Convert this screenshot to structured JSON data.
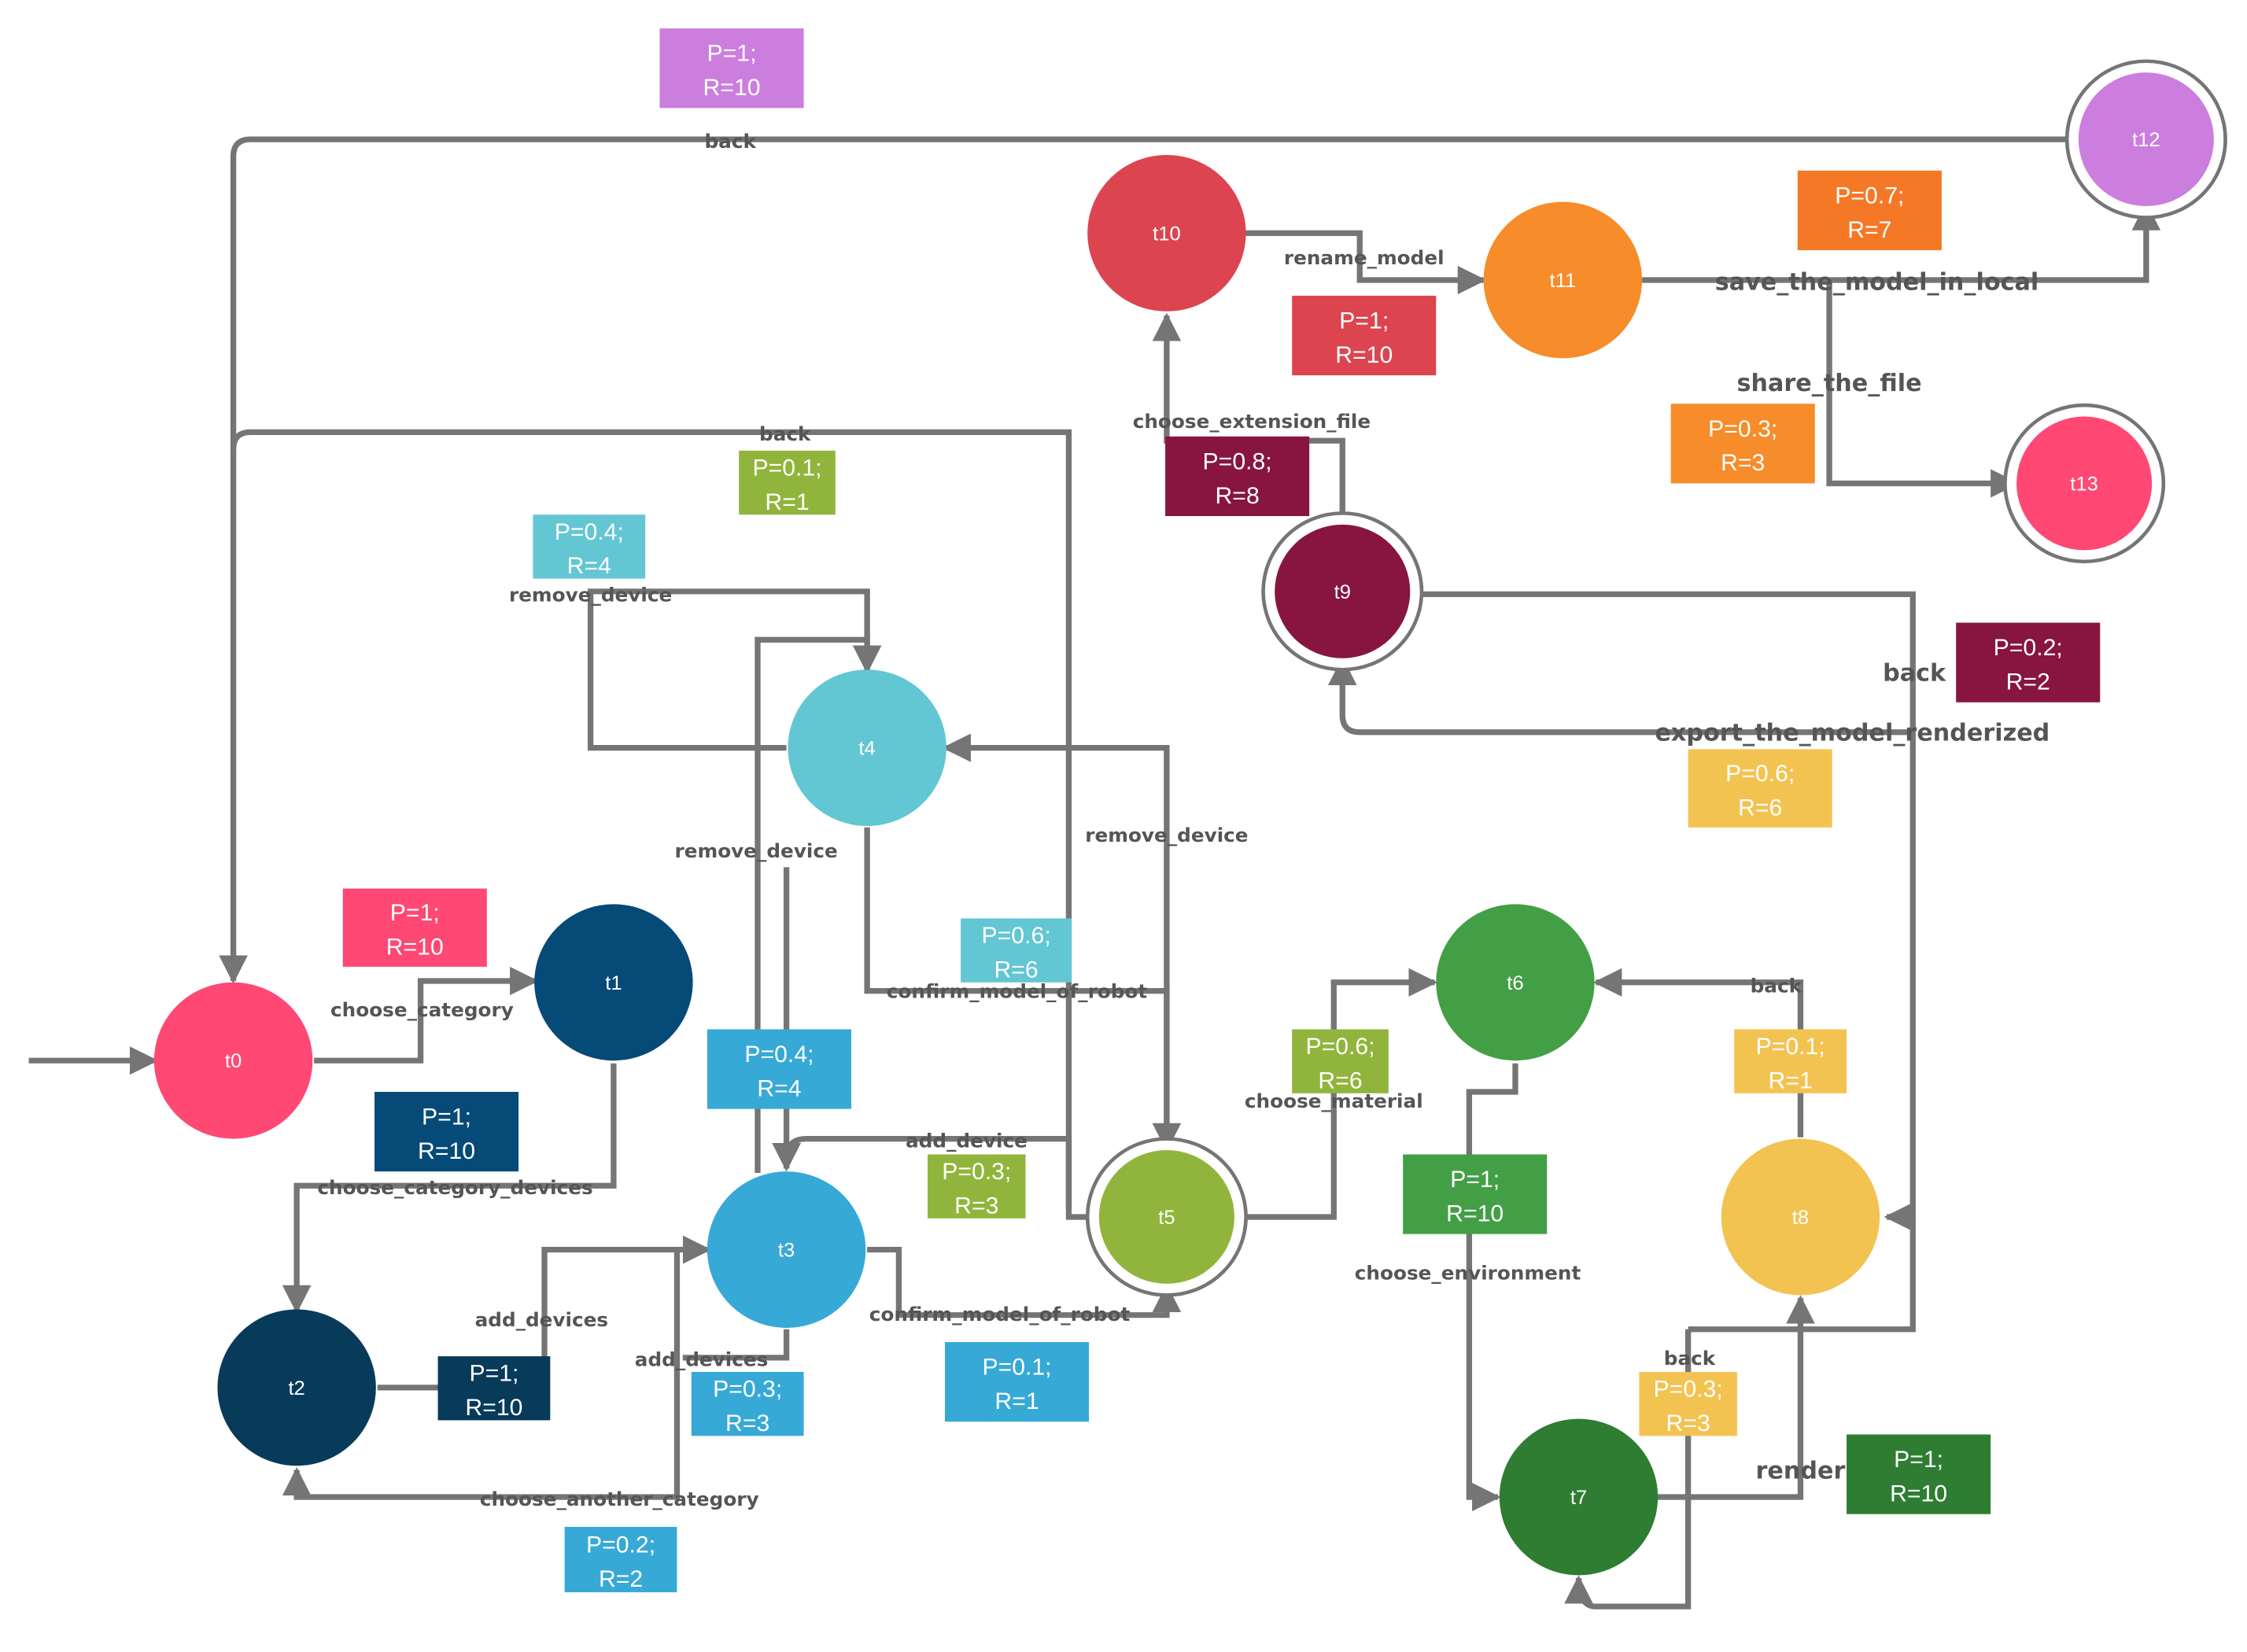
{
  "colors": {
    "pink": "#FF4874",
    "navy": "#064A78",
    "darknavy": "#083A5A",
    "blue": "#37A9D6",
    "cyan": "#63C6D3",
    "olive": "#91B53C",
    "green": "#439F46",
    "darkgreen": "#2E7D32",
    "yellow": "#F3C352",
    "maroon": "#871540",
    "red": "#DC4550",
    "orange": "#F68C2A",
    "darkorange": "#F57826",
    "violet": "#CB7EDD",
    "edge": "#757575"
  },
  "nodes": [
    {
      "id": "t0",
      "label": "t0",
      "color": "pink",
      "final": false
    },
    {
      "id": "t1",
      "label": "t1",
      "color": "navy",
      "final": false
    },
    {
      "id": "t2",
      "label": "t2",
      "color": "darknavy",
      "final": false
    },
    {
      "id": "t3",
      "label": "t3",
      "color": "blue",
      "final": false
    },
    {
      "id": "t4",
      "label": "t4",
      "color": "cyan",
      "final": false
    },
    {
      "id": "t5",
      "label": "t5",
      "color": "olive",
      "final": true
    },
    {
      "id": "t6",
      "label": "t6",
      "color": "green",
      "final": false
    },
    {
      "id": "t7",
      "label": "t7",
      "color": "darkgreen",
      "final": false
    },
    {
      "id": "t8",
      "label": "t8",
      "color": "yellow",
      "final": false
    },
    {
      "id": "t9",
      "label": "t9",
      "color": "maroon",
      "final": true
    },
    {
      "id": "t10",
      "label": "t10",
      "color": "red",
      "final": false
    },
    {
      "id": "t11",
      "label": "t11",
      "color": "orange",
      "final": false
    },
    {
      "id": "t12",
      "label": "t12",
      "color": "violet",
      "final": true
    },
    {
      "id": "t13",
      "label": "t13",
      "color": "pink",
      "final": true
    }
  ],
  "edge_labels": [
    {
      "id": "back-t12",
      "text": "back"
    },
    {
      "id": "back-t5",
      "text": "back"
    },
    {
      "id": "remove-device-top",
      "text": "remove_device"
    },
    {
      "id": "remove-device-mid",
      "text": "remove_device"
    },
    {
      "id": "remove-device-right",
      "text": "remove_device"
    },
    {
      "id": "choose-category",
      "text": "choose_category"
    },
    {
      "id": "choose-category-devices",
      "text": "choose_category_devices"
    },
    {
      "id": "add-devices",
      "text": "add_devices"
    },
    {
      "id": "add-devices-2",
      "text": "add_devices"
    },
    {
      "id": "add-device",
      "text": "add_device"
    },
    {
      "id": "choose-another-category",
      "text": "choose_another_category"
    },
    {
      "id": "confirm-robot-top",
      "text": "confirm_model_of_robot"
    },
    {
      "id": "confirm-robot-bottom",
      "text": "confirm_model_of_robot"
    },
    {
      "id": "choose-material",
      "text": "choose_material"
    },
    {
      "id": "choose-environment",
      "text": "choose_environment"
    },
    {
      "id": "back-t6",
      "text": "back"
    },
    {
      "id": "back-t7",
      "text": "back"
    },
    {
      "id": "render",
      "text": "render"
    },
    {
      "id": "back-t9",
      "text": "back"
    },
    {
      "id": "export",
      "text": "export_the_model_renderized"
    },
    {
      "id": "choose-extension",
      "text": "choose_extension_file"
    },
    {
      "id": "rename",
      "text": "rename_model"
    },
    {
      "id": "save-local",
      "text": "save_the_model_in_local"
    },
    {
      "id": "share",
      "text": "share_the_file"
    }
  ],
  "badges": [
    {
      "id": "b-t12-back",
      "color": "violet",
      "line1": "P=1;",
      "line2": "R=10"
    },
    {
      "id": "b-t5-back",
      "color": "olive",
      "line1": "P=0.1;",
      "line2": "R=1"
    },
    {
      "id": "b-remove-top",
      "color": "cyan",
      "line1": "P=0.4;",
      "line2": "R=4"
    },
    {
      "id": "b-choose-category",
      "color": "pink",
      "line1": "P=1;",
      "line2": "R=10"
    },
    {
      "id": "b-category-devices",
      "color": "navy",
      "line1": "P=1;",
      "line2": "R=10"
    },
    {
      "id": "b-remove-mid",
      "color": "blue",
      "line1": "P=0.4;",
      "line2": "R=4"
    },
    {
      "id": "b-confirm-top",
      "color": "cyan",
      "line1": "P=0.6;",
      "line2": "R=6"
    },
    {
      "id": "b-add-device",
      "color": "olive",
      "line1": "P=0.3;",
      "line2": "R=3"
    },
    {
      "id": "b-add-devices",
      "color": "darknavy",
      "line1": "P=1;",
      "line2": "R=10"
    },
    {
      "id": "b-add-devices-2",
      "color": "blue",
      "line1": "P=0.3;",
      "line2": "R=3"
    },
    {
      "id": "b-another-category",
      "color": "blue",
      "line1": "P=0.2;",
      "line2": "R=2"
    },
    {
      "id": "b-confirm-bottom",
      "color": "blue",
      "line1": "P=0.1;",
      "line2": "R=1"
    },
    {
      "id": "b-material",
      "color": "olive",
      "line1": "P=0.6;",
      "line2": "R=6"
    },
    {
      "id": "b-environment",
      "color": "green",
      "line1": "P=1;",
      "line2": "R=10"
    },
    {
      "id": "b-t6-back",
      "color": "yellow",
      "line1": "P=0.1;",
      "line2": "R=1"
    },
    {
      "id": "b-t7-back",
      "color": "yellow",
      "line1": "P=0.3;",
      "line2": "R=3"
    },
    {
      "id": "b-render",
      "color": "darkgreen",
      "line1": "P=1;",
      "line2": "R=10"
    },
    {
      "id": "b-t9-back",
      "color": "maroon",
      "line1": "P=0.2;",
      "line2": "R=2"
    },
    {
      "id": "b-export",
      "color": "yellow",
      "line1": "P=0.6;",
      "line2": "R=6"
    },
    {
      "id": "b-extension",
      "color": "maroon",
      "line1": "P=0.8;",
      "line2": "R=8"
    },
    {
      "id": "b-rename",
      "color": "red",
      "line1": "P=1;",
      "line2": "R=10"
    },
    {
      "id": "b-save",
      "color": "darkorange",
      "line1": "P=0.7;",
      "line2": "R=7"
    },
    {
      "id": "b-share",
      "color": "orange",
      "line1": "P=0.3;",
      "line2": "R=3"
    }
  ]
}
